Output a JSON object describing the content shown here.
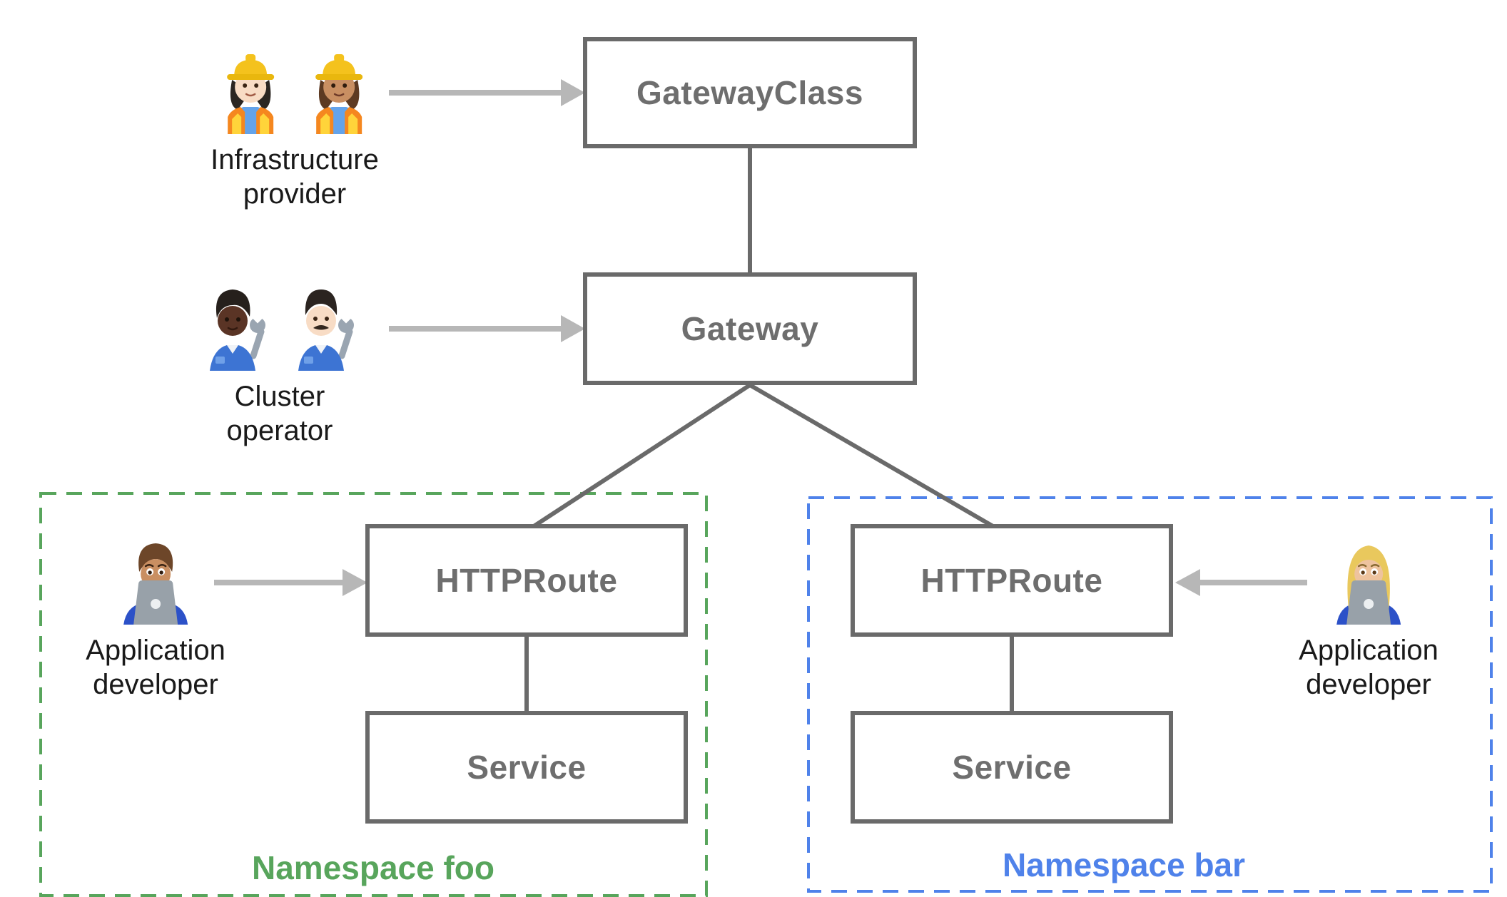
{
  "diagram": {
    "nodes": {
      "gatewayclass": {
        "label": "GatewayClass"
      },
      "gateway": {
        "label": "Gateway"
      },
      "httproute_foo": {
        "label": "HTTPRoute"
      },
      "service_foo": {
        "label": "Service"
      },
      "httproute_bar": {
        "label": "HTTPRoute"
      },
      "service_bar": {
        "label": "Service"
      }
    },
    "personas": {
      "infrastructure_provider": {
        "line1": "Infrastructure",
        "line2": "provider",
        "icons": [
          "woman-construction-worker-light-icon",
          "woman-construction-worker-medium-icon"
        ]
      },
      "cluster_operator": {
        "line1": "Cluster",
        "line2": "operator",
        "icons": [
          "mechanic-dark-icon",
          "man-mechanic-light-icon"
        ]
      },
      "app_developer_foo": {
        "line1": "Application",
        "line2": "developer",
        "icons": [
          "man-technologist-icon"
        ]
      },
      "app_developer_bar": {
        "line1": "Application",
        "line2": "developer",
        "icons": [
          "woman-technologist-icon"
        ]
      }
    },
    "namespaces": {
      "foo": {
        "label": "Namespace foo",
        "color": "#58a55c"
      },
      "bar": {
        "label": "Namespace bar",
        "color": "#4f82ea"
      }
    },
    "colors": {
      "box_border": "#6a6a6a",
      "box_text": "#6e6e6e",
      "connector": "#6a6a6a",
      "arrow": "#b7b7b7",
      "label_text": "#1a1a1a",
      "background": "#ffffff"
    }
  }
}
